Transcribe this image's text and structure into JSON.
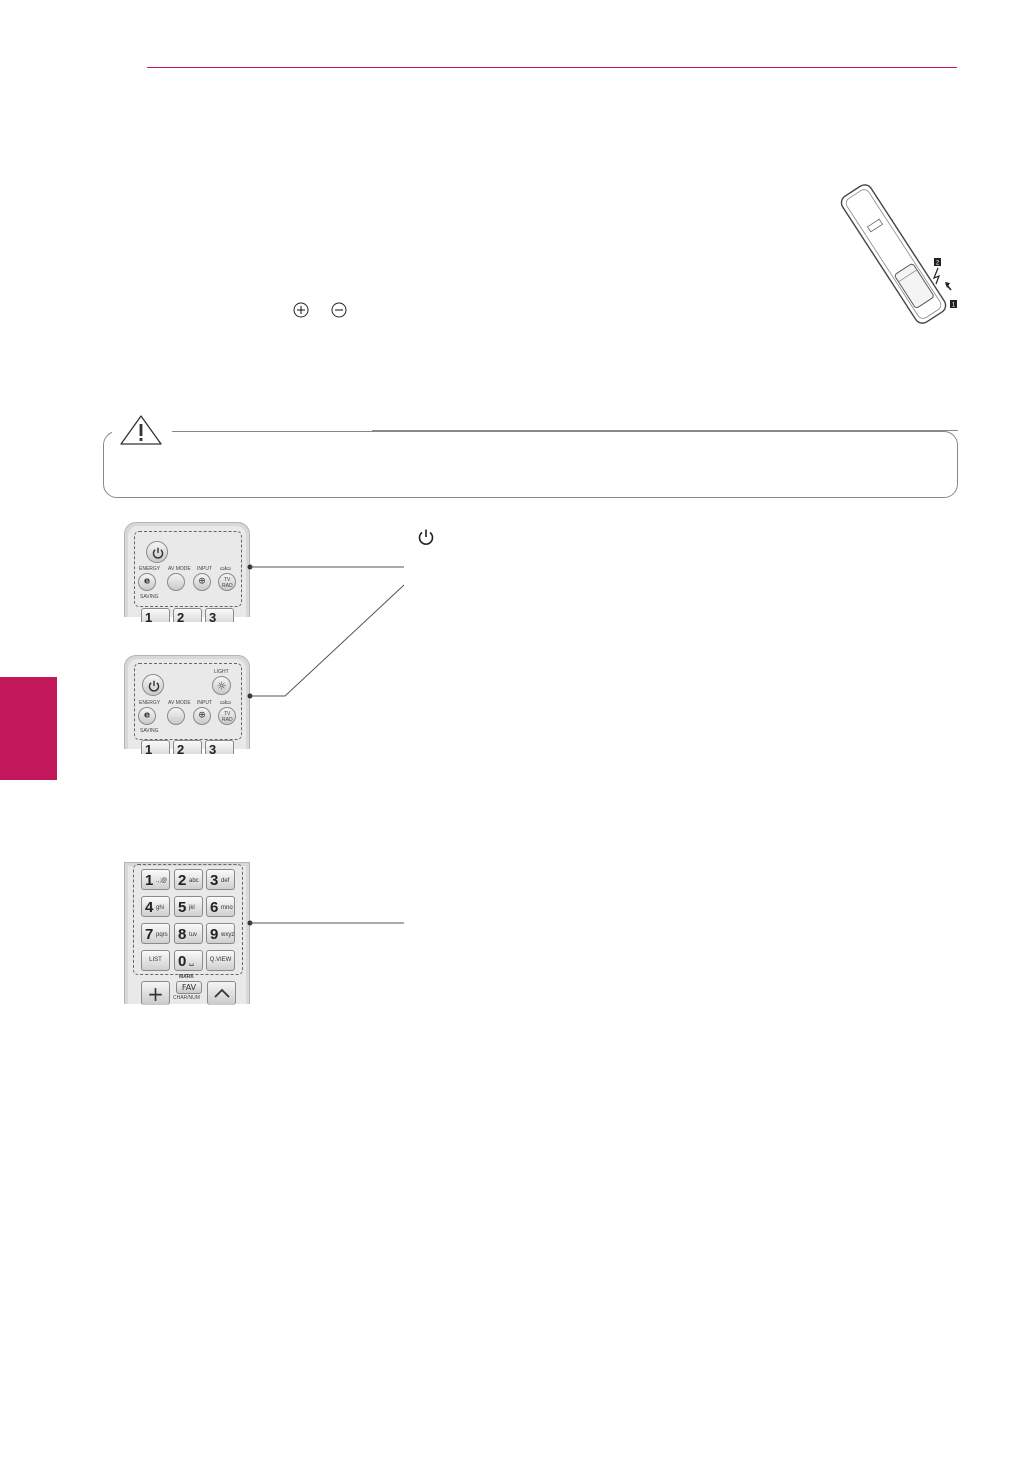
{
  "page": {
    "accent_color": "#c2185b",
    "rule_color": "#888888"
  },
  "header": {
    "rule": "top-rule"
  },
  "side_tab": {
    "color": "#c2185b"
  },
  "battery_section": {
    "illustration": "remote-battery-cover-icon",
    "step_marks": [
      "2",
      "1"
    ],
    "plus_symbol": "⊕",
    "minus_symbol": "⊖"
  },
  "caution": {
    "icon": "warning-triangle-icon"
  },
  "power_callout": {
    "icon": "power-icon"
  },
  "remote_top_a": {
    "energy_label": "ENERGY",
    "saving_label": "SAVING",
    "avmode_label": "AV MODE",
    "input_label": "INPUT",
    "tvrad_top": "▭/▭",
    "tv_label": "TV",
    "rad_label": "RAD",
    "numbers": [
      "1",
      "2",
      "3"
    ]
  },
  "remote_top_b": {
    "light_label": "LIGHT",
    "energy_label": "ENERGY",
    "saving_label": "SAVING",
    "avmode_label": "AV MODE",
    "input_label": "INPUT",
    "tvrad_top": "▭/▭",
    "tv_label": "TV",
    "rad_label": "RAD",
    "numbers": [
      "1",
      "2",
      "3"
    ]
  },
  "remote_keypad": {
    "keys": [
      {
        "digit": "1",
        "sub": ".,;@"
      },
      {
        "digit": "2",
        "sub": "abc"
      },
      {
        "digit": "3",
        "sub": "def"
      },
      {
        "digit": "4",
        "sub": "ghi"
      },
      {
        "digit": "5",
        "sub": "jkl"
      },
      {
        "digit": "6",
        "sub": "mno"
      },
      {
        "digit": "7",
        "sub": "pqrs"
      },
      {
        "digit": "8",
        "sub": "tuv"
      },
      {
        "digit": "9",
        "sub": "wxyz"
      }
    ],
    "list_label": "LIST",
    "zero_digit": "0",
    "zero_sub": "␣",
    "qview_label": "Q.VIEW",
    "mark_label": "MARK",
    "fav_label": "FAV",
    "charnum_label": "CHAR/NUM"
  }
}
